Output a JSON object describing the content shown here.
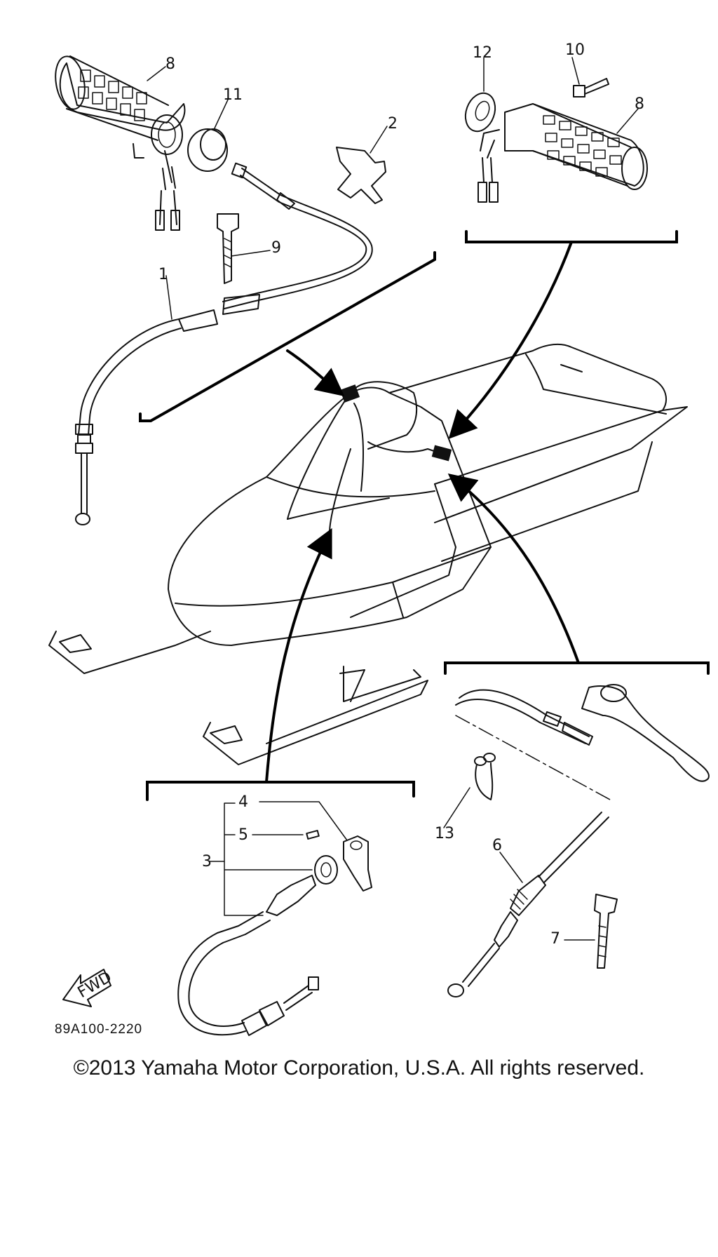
{
  "callouts": {
    "c1": "1",
    "c2": "2",
    "c3": "3",
    "c4": "4",
    "c5": "5",
    "c6": "6",
    "c7": "7",
    "c8a": "8",
    "c8b": "8",
    "c9": "9",
    "c10": "10",
    "c11": "11",
    "c12": "12",
    "c13": "13"
  },
  "fwd_label": "FWD",
  "drawing_code": "89A100-2220",
  "copyright": "©2013 Yamaha Motor Corporation, U.S.A. All rights reserved."
}
